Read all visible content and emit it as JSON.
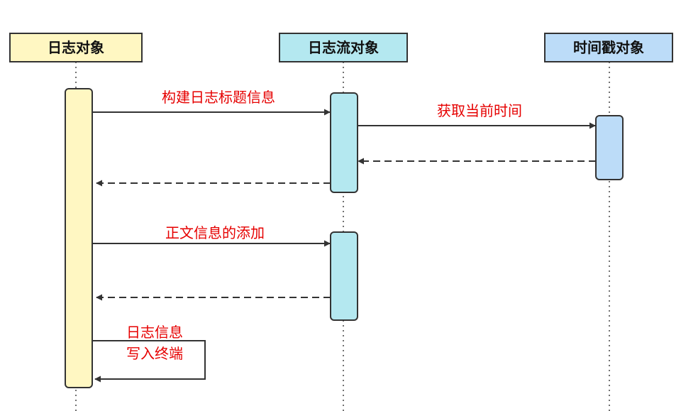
{
  "actors": [
    {
      "id": "log",
      "label": "日志对象",
      "fill": "#fff7c2",
      "stroke": "#333333"
    },
    {
      "id": "stream",
      "label": "日志流对象",
      "fill": "#b4e8f0",
      "stroke": "#333333"
    },
    {
      "id": "time",
      "label": "时间戳对象",
      "fill": "#bcdcf8",
      "stroke": "#333333"
    }
  ],
  "messages": {
    "build_header": "构建日志标题信息",
    "get_time": "获取当前时间",
    "add_body": "正文信息的添加",
    "write_line1": "日志信息",
    "write_line2": "写入终端"
  },
  "colors": {
    "line": "#333333",
    "label": "#e60000"
  }
}
